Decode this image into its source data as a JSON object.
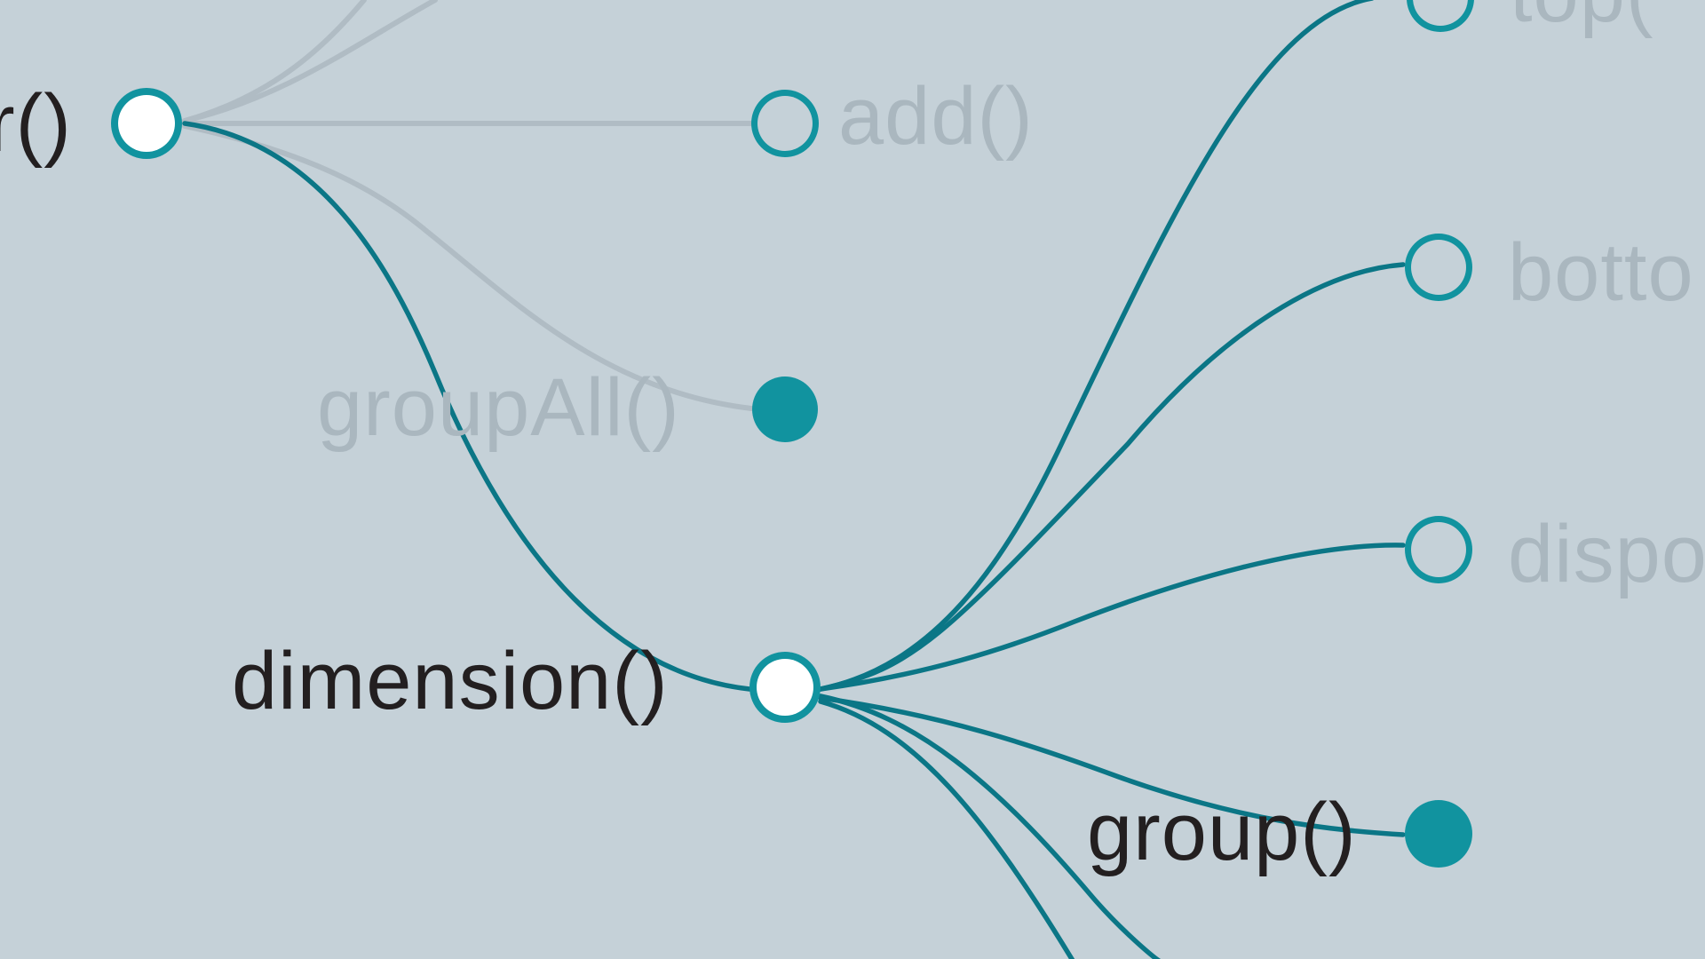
{
  "colors": {
    "background": "#c5d1d8",
    "active_edge": "#0b7686",
    "muted_edge": "#b0bcc4",
    "node_ring": "#11939f",
    "node_fill_selected": "#ffffff",
    "node_fill_leaf": "#11939f",
    "label_active": "#231f20",
    "label_muted": "#aab7bf"
  },
  "nodes": {
    "crossfilter": {
      "label": "r()",
      "state": "selected"
    },
    "add": {
      "label": "add()",
      "state": "open"
    },
    "groupAll": {
      "label": "groupAll()",
      "state": "leaf"
    },
    "dimension": {
      "label": "dimension()",
      "state": "selected"
    },
    "top": {
      "label": "top(",
      "state": "open"
    },
    "bottom": {
      "label": "botto",
      "state": "open"
    },
    "dispose": {
      "label": "dispo",
      "state": "open"
    },
    "group": {
      "label": "group()",
      "state": "leaf"
    }
  }
}
